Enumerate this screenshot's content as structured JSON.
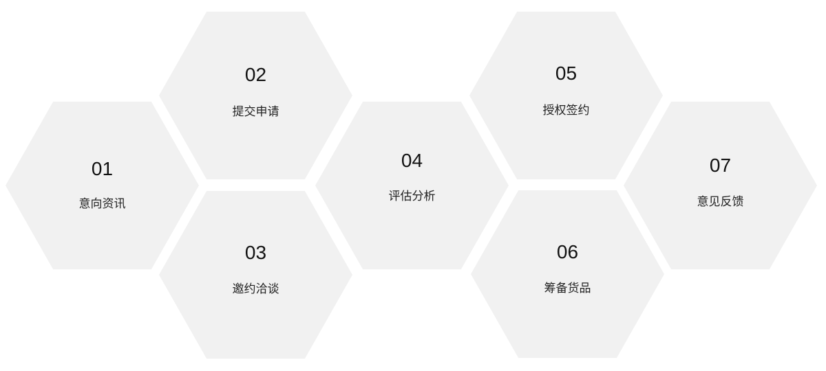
{
  "steps": [
    {
      "num": "01",
      "label": "意向资讯"
    },
    {
      "num": "02",
      "label": "提交申请"
    },
    {
      "num": "03",
      "label": "邀约洽谈"
    },
    {
      "num": "04",
      "label": "评估分析"
    },
    {
      "num": "05",
      "label": "授权签约"
    },
    {
      "num": "06",
      "label": "筹备货品"
    },
    {
      "num": "07",
      "label": "意见反馈"
    }
  ]
}
